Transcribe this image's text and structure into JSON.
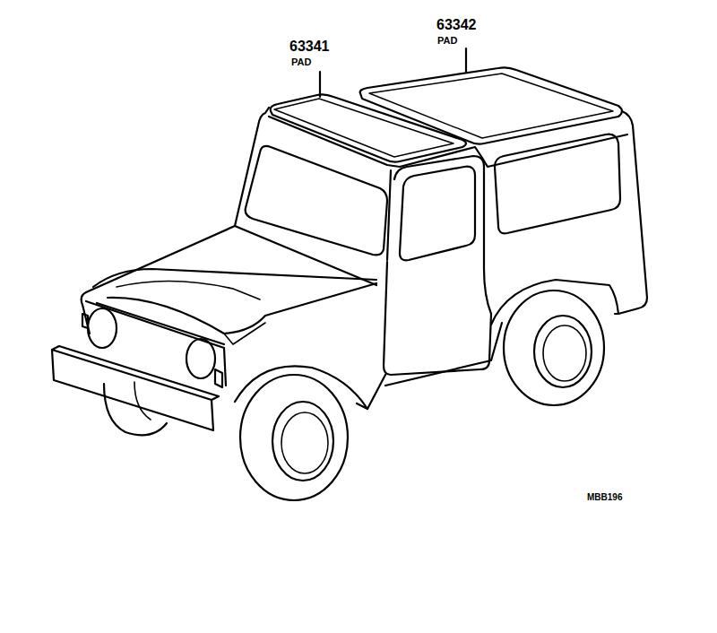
{
  "diagram": {
    "labels": [
      "63341",
      "PAD",
      "63342",
      "PAD",
      "MBB196"
    ]
  }
}
